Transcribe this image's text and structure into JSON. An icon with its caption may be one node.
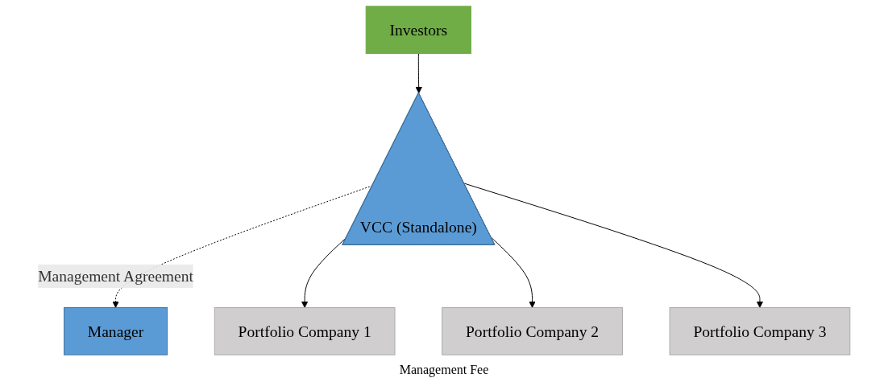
{
  "diagram": {
    "nodes": [
      {
        "text": [
          "Investors"
        ]
      },
      {
        "text": [
          "Manager"
        ]
      },
      {
        "text": [
          "VCC (Standalone)"
        ]
      },
      {
        "text": [
          "Portfolio Company 1"
        ]
      },
      {
        "text": [
          "Portfolio Company 2"
        ]
      },
      {
        "text": [
          "Portfolio Company 3"
        ]
      }
    ],
    "edges": [
      {
        "from": 0,
        "to": 2,
        "arrow": "to"
      },
      {
        "from": 2,
        "to": 1,
        "arrow": "to",
        "style": "dashed",
        "label": "Management Agreement"
      },
      {
        "from": 2,
        "to": 3,
        "arrow": "to"
      },
      {
        "from": 2,
        "to": 4,
        "arrow": "to"
      },
      {
        "from": 2,
        "to": 5,
        "arrow": "to"
      }
    ],
    "labels": [
      "Management Fee"
    ]
  }
}
